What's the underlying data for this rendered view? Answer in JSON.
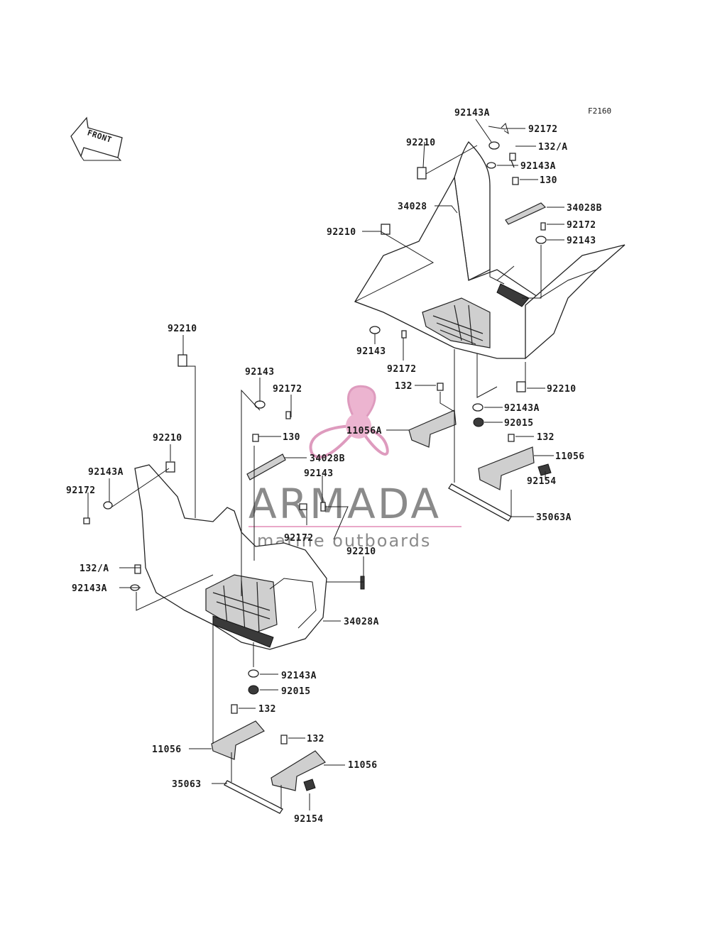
{
  "figure_code": "F2160",
  "front_label": "FRONT",
  "watermark": {
    "brand": "ARMADA",
    "tagline": "marine outboards",
    "logo_color": "#e9a8c8",
    "text_color": "#8a8a8a"
  },
  "labels": [
    "92143A",
    "92172",
    "92210",
    "132/A",
    "92143A",
    "130",
    "34028",
    "34028B",
    "92210",
    "92172",
    "92143",
    "92143",
    "92172",
    "92210",
    "132",
    "92143A",
    "11056A",
    "92015",
    "132",
    "11056",
    "92154",
    "35063A",
    "92210",
    "92143",
    "92172",
    "92210",
    "130",
    "34028B",
    "92143A",
    "92172",
    "92143",
    "92172",
    "132/A",
    "92143A",
    "92210",
    "34028A",
    "92143A",
    "92015",
    "132",
    "11056",
    "132",
    "11056",
    "35063",
    "92154"
  ]
}
